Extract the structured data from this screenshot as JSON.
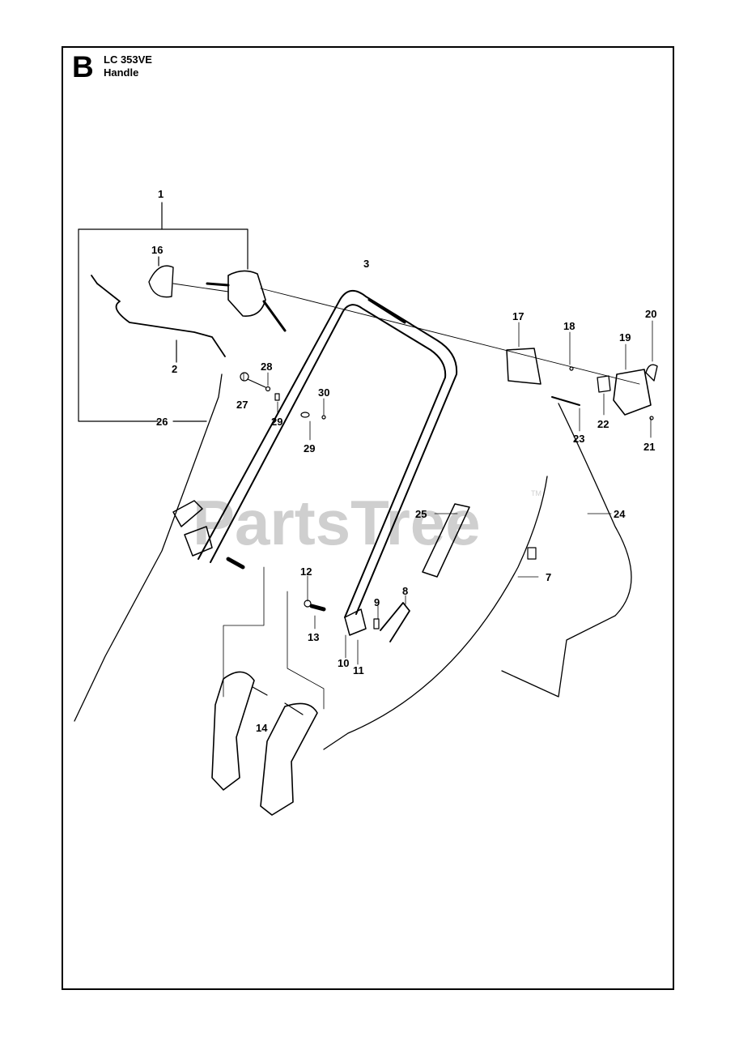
{
  "header": {
    "section_letter": "B",
    "model": "LC 353VE",
    "subtitle": "Handle"
  },
  "watermark": {
    "text": "PartsTree",
    "tm": "TM",
    "color": "#cfcfcf"
  },
  "callouts": {
    "c1": "1",
    "c2": "2",
    "c3": "3",
    "c7": "7",
    "c8": "8",
    "c9": "9",
    "c10": "10",
    "c11": "11",
    "c12": "12",
    "c13": "13",
    "c14": "14",
    "c16": "16",
    "c17": "17",
    "c18": "18",
    "c19": "19",
    "c20": "20",
    "c21": "21",
    "c22": "22",
    "c23": "23",
    "c24": "24",
    "c25": "25",
    "c26": "26",
    "c27": "27",
    "c28": "28",
    "c29a": "29",
    "c29b": "29",
    "c30": "30"
  }
}
